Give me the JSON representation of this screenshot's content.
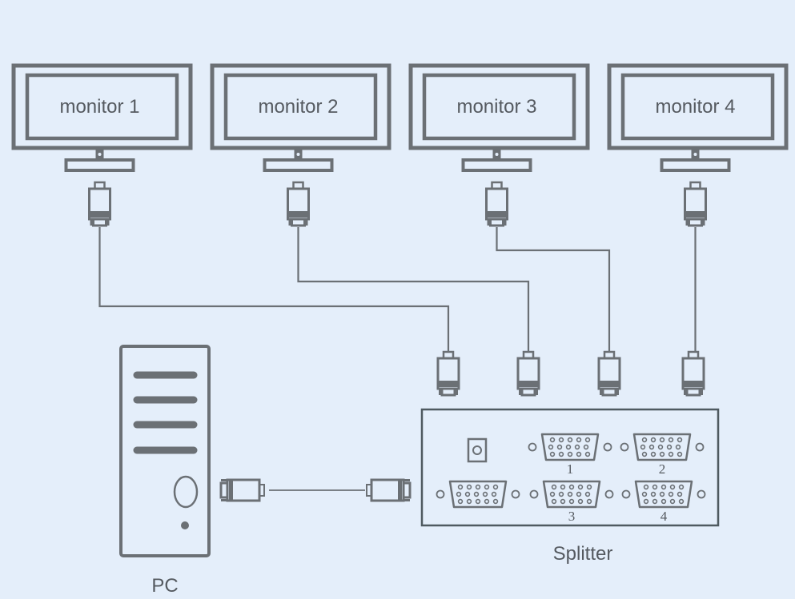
{
  "diagram": {
    "title": "VGA splitter connection diagram",
    "monitors": [
      {
        "label": "monitor 1",
        "splitter_port": "1"
      },
      {
        "label": "monitor 2",
        "splitter_port": "2"
      },
      {
        "label": "monitor 3",
        "splitter_port": "3"
      },
      {
        "label": "monitor 4",
        "splitter_port": "4"
      }
    ],
    "pc": {
      "label": "PC"
    },
    "splitter": {
      "label": "Splitter",
      "port_labels": [
        "1",
        "2",
        "3",
        "4"
      ]
    },
    "colors": {
      "background": "#e4eefa",
      "stroke": "#6b7075",
      "text": "#555a60"
    }
  }
}
